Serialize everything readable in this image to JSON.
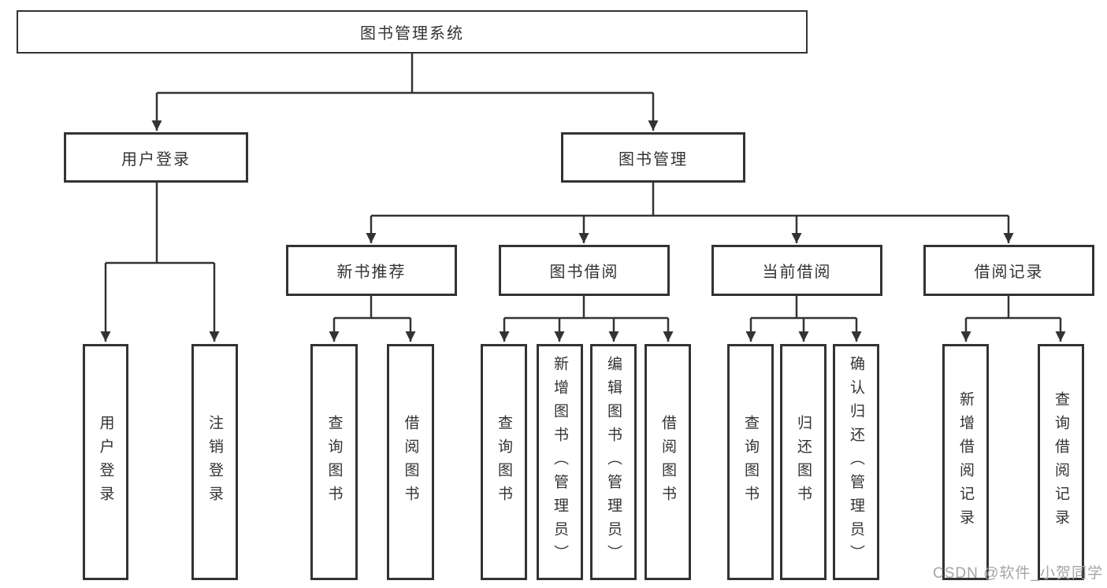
{
  "diagram": {
    "root": {
      "label": "图书管理系统"
    },
    "branches": {
      "user": {
        "label": "用户登录",
        "children": {
          "login": {
            "label": "用户登录"
          },
          "logout": {
            "label": "注销登录"
          }
        }
      },
      "book": {
        "label": "图书管理",
        "children": {
          "recommend": {
            "label": "新书推荐",
            "children": {
              "query": {
                "label": "查询图书"
              },
              "borrow": {
                "label": "借阅图书"
              }
            }
          },
          "borrowing": {
            "label": "图书借阅",
            "children": {
              "query": {
                "label": "查询图书"
              },
              "add": {
                "label": "新增图书（管理员）"
              },
              "edit": {
                "label": "编辑图书（管理员）"
              },
              "borrow": {
                "label": "借阅图书"
              }
            }
          },
          "current": {
            "label": "当前借阅",
            "children": {
              "query": {
                "label": "查询图书"
              },
              "return": {
                "label": "归还图书"
              },
              "confirm": {
                "label": "确认归还（管理员）"
              }
            }
          },
          "records": {
            "label": "借阅记录",
            "children": {
              "add": {
                "label": "新增借阅记录"
              },
              "query": {
                "label": "查询借阅记录"
              }
            }
          }
        }
      }
    }
  },
  "watermark": {
    "text": "CSDN @软件_小贺同学"
  },
  "colors": {
    "line": "#333333",
    "text": "#333333",
    "watermark": "#a5a5a5",
    "background": "#ffffff"
  }
}
